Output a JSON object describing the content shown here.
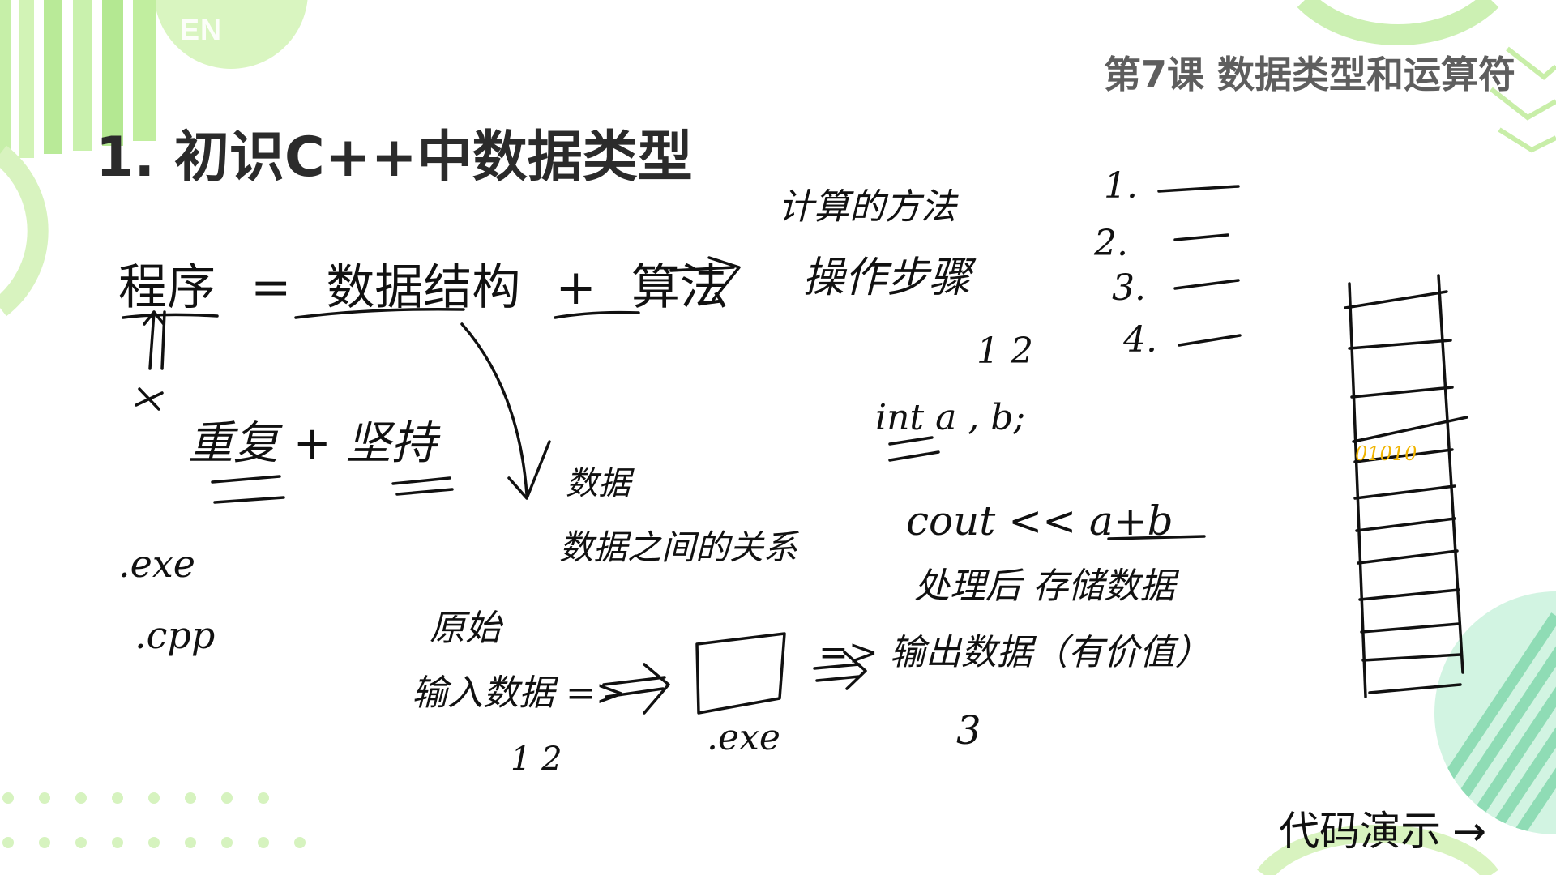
{
  "slide": {
    "badge": "EN",
    "lesson_title": "第7课 数据类型和运算符",
    "section_heading": "1. 初识C++中数据类型",
    "formula": {
      "term_program": "程序",
      "equals": "=",
      "term_data_structure": "数据结构",
      "plus": "+",
      "term_algorithm": "算法"
    },
    "code_demo_link": {
      "label": "代码演示",
      "arrow": "→"
    }
  },
  "annotations": {
    "calc_method": "计算的方法",
    "operation_steps": "操作步骤",
    "step_1": "1.",
    "step_2": "2.",
    "step_3": "3.",
    "step_4": "4.",
    "repeat_persist": "重复 + 坚持",
    "data": "数据",
    "data_relation": "数据之间的关系",
    "exe_1": ".exe",
    "cpp": ".cpp",
    "raw": "原始",
    "input_data": "输入数据 =>",
    "nums_12_left": "1   2",
    "exe_2": ".exe",
    "output_data": "=> 输出数据（有价值）",
    "num_3": "3",
    "ab_nums": "1   2",
    "int_decl": "int  a , b;",
    "cout_expr": "cout << a+b",
    "process_store": "处理后  存储数据",
    "binary": "01010"
  },
  "colors": {
    "accent_green": "#bfeaa0",
    "accent_teal": "#9ee3c4",
    "ink": "#111111",
    "highlight": "#f0b400"
  }
}
